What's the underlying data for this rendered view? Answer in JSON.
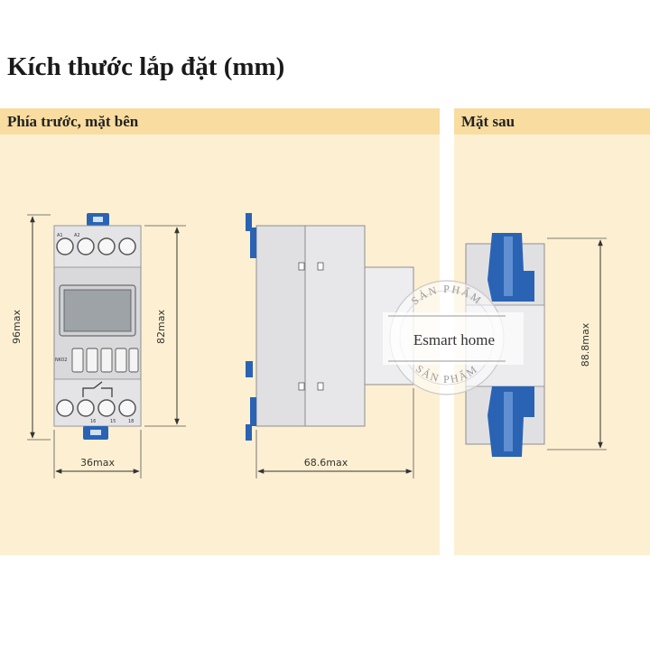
{
  "title": "Kích thước lắp đặt (mm)",
  "panels": {
    "front_side": {
      "heading": "Phía trước, mặt bên"
    },
    "back": {
      "heading": "Mặt sau"
    }
  },
  "dimensions": {
    "height_total": "96max",
    "height_body": "82max",
    "width_front": "36max",
    "depth_side": "68.6max",
    "height_back": "88.8max"
  },
  "device_labels": {
    "top_terminals": [
      "A1",
      "A2"
    ],
    "model": "NK02",
    "bottom_terminals": [
      "16",
      "15",
      "18"
    ]
  },
  "watermark": {
    "brand": "Esmart home",
    "ring_text": "SẢN PHẨM"
  },
  "colors": {
    "panel_bg": "#fdf0d2",
    "header_bg": "#f8dca0",
    "clip_blue": "#2a63b4",
    "device_gray": "#d9d9dc"
  }
}
